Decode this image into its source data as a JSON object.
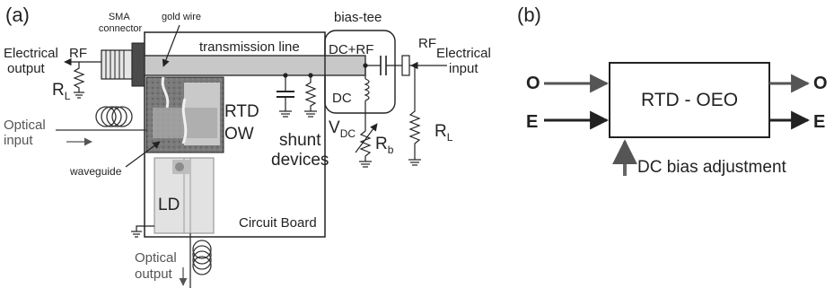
{
  "panel_a": {
    "label": "(a)",
    "labels": {
      "sma_connector": "SMA\nconnector",
      "gold_wire": "gold wire",
      "bias_tee": "bias-tee",
      "transmission_line": "transmission line",
      "rf_left": "RF",
      "electrical_output": "Electrical\noutput",
      "rl_left": "R",
      "rl_left_sub": "L",
      "dc_rf": "DC+RF",
      "dc": "DC",
      "rf_right": "RF",
      "electrical_input": "Electrical\ninput",
      "rtd": "RTD",
      "ow": "OW",
      "optical_input": "Optical\ninput",
      "waveguide": "waveguide",
      "shunt_devices": "shunt\ndevices",
      "vdc": "V",
      "vdc_sub": "DC",
      "rb": "R",
      "rb_sub": "b",
      "rl_right": "R",
      "rl_right_sub": "L",
      "ld": "LD",
      "circuit_board": "Circuit Board",
      "optical_output": "Optical\noutput"
    }
  },
  "panel_b": {
    "label": "(b)",
    "block_label": "RTD - OEO",
    "input_o": "O",
    "input_e": "E",
    "output_o": "O",
    "output_e": "E",
    "dc_bias": "DC bias adjustment"
  },
  "colors": {
    "line": "#222222",
    "optical_arrow": "#555555",
    "transmission_line_fill": "#c8c8c8",
    "board_chip": "#6e6e6e",
    "ld_fill": "#e2e2e2"
  }
}
